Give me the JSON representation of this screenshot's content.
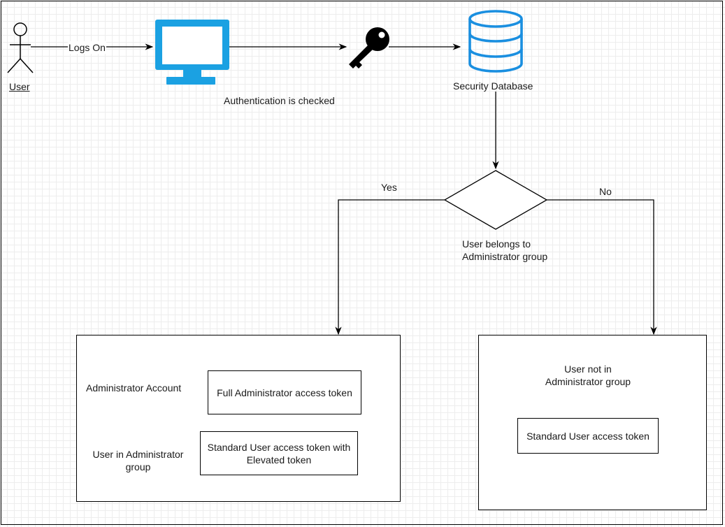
{
  "user": {
    "label": "User"
  },
  "edges": {
    "logs_on": "Logs On",
    "authentication": "Authentication is checked",
    "yes": "Yes",
    "no": "No"
  },
  "database": {
    "label": "Security Database"
  },
  "decision": {
    "label_line1": "User belongs to",
    "label_line2": "Administrator group"
  },
  "admin_box": {
    "account_label": "Administrator Account",
    "full_token": "Full Administrator access token",
    "user_label_line1": "User in Administrator",
    "user_label_line2": "group",
    "standard_token_line1": "Standard User access token with",
    "standard_token_line2": "Elevated token"
  },
  "standard_box": {
    "title_line1": "User not in",
    "title_line2": "Administrator group",
    "token": "Standard User access token"
  },
  "colors": {
    "monitor": "#1ba1e2",
    "database": "#1a8fe0",
    "line": "#000000",
    "tag_stroke": "#2d2d2d"
  },
  "icons": [
    "user-icon",
    "monitor-icon",
    "key-icon",
    "database-icon",
    "key-tag-icon"
  ]
}
